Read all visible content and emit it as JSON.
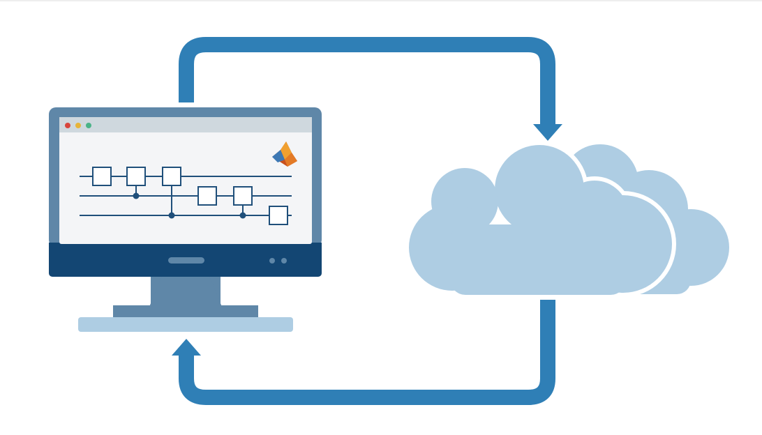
{
  "diagram": {
    "window_dots": [
      "close-dot",
      "minimize-dot",
      "maximize-dot"
    ],
    "icons": {
      "app_logo": "matlab-membrane-logo",
      "cloud": "cloud-icon",
      "monitor": "desktop-monitor-icon"
    },
    "flow": {
      "upper_arrow": "desktop-to-cloud",
      "lower_arrow": "cloud-to-desktop"
    },
    "circuit": {
      "wires": 3,
      "gates": [
        {
          "wire": 1,
          "step": 1
        },
        {
          "wire": 1,
          "step": 2
        },
        {
          "wire": 1,
          "step": 3
        },
        {
          "wire": 2,
          "step": 4
        },
        {
          "wire": 2,
          "step": 5
        },
        {
          "wire": 3,
          "step": 6
        }
      ],
      "controls": [
        {
          "step": 2,
          "from_wire": 1,
          "to_wire": 2
        },
        {
          "step": 3,
          "from_wire": 1,
          "to_wire": 3
        },
        {
          "step": 5,
          "from_wire": 2,
          "to_wire": 3
        }
      ]
    }
  },
  "colors": {
    "arrow": "#2f7fb6",
    "cloud": "#aecde3",
    "monitor_frame": "#5f87a8",
    "monitor_bezel": "#134673",
    "screen_bg": "#f4f5f7",
    "screen_bar": "#cfd8de",
    "circuit": "#1f4f7a",
    "stand": "#5f87a8",
    "base": "#aecde3",
    "dot_red": "#d8463d",
    "dot_yellow": "#e7b43a",
    "dot_green": "#4bb388"
  }
}
